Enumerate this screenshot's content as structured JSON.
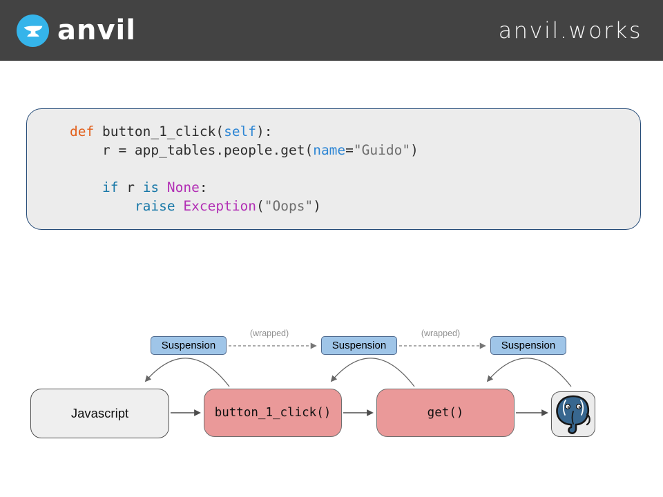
{
  "header": {
    "brand": "anvil",
    "site": "anvil.works",
    "logo_icon": "anvil-icon"
  },
  "colors": {
    "header_bg": "#434343",
    "logo_blue": "#35b4ea",
    "code_bg": "#ececec",
    "code_border": "#254b78",
    "tk_plain": "#2e2e2e",
    "tk_kw": "#e2601c",
    "tk_flow": "#1878a8",
    "tk_param": "#2e86d4",
    "tk_type": "#b22fb5",
    "tk_str": "#6e6e6e",
    "suspension_fill": "#9fc5e8",
    "suspension_border": "#4f6a8f",
    "call_fill": "#ea9999",
    "js_fill": "#efefef",
    "postgres_blue": "#38678f",
    "connector": "#666666"
  },
  "code": {
    "lines": [
      {
        "tokens": [
          {
            "t": "def",
            "c": "kw"
          },
          {
            "t": " button_1_click(",
            "c": "plain"
          },
          {
            "t": "self",
            "c": "param"
          },
          {
            "t": "):",
            "c": "plain"
          }
        ]
      },
      {
        "tokens": [
          {
            "t": "    r = app_tables.people.get(",
            "c": "plain"
          },
          {
            "t": "name",
            "c": "param"
          },
          {
            "t": "=",
            "c": "plain"
          },
          {
            "t": "\"Guido\"",
            "c": "str"
          },
          {
            "t": ")",
            "c": "plain"
          }
        ]
      },
      {
        "tokens": []
      },
      {
        "tokens": [
          {
            "t": "    ",
            "c": "plain"
          },
          {
            "t": "if",
            "c": "flow"
          },
          {
            "t": " r ",
            "c": "plain"
          },
          {
            "t": "is",
            "c": "flow"
          },
          {
            "t": " ",
            "c": "plain"
          },
          {
            "t": "None",
            "c": "type"
          },
          {
            "t": ":",
            "c": "plain"
          }
        ]
      },
      {
        "tokens": [
          {
            "t": "        ",
            "c": "plain"
          },
          {
            "t": "raise",
            "c": "flow"
          },
          {
            "t": " ",
            "c": "plain"
          },
          {
            "t": "Exception",
            "c": "type"
          },
          {
            "t": "(",
            "c": "plain"
          },
          {
            "t": "\"Oops\"",
            "c": "str"
          },
          {
            "t": ")",
            "c": "plain"
          }
        ]
      }
    ]
  },
  "diagram": {
    "suspensions": [
      {
        "label": "Suspension"
      },
      {
        "label": "Suspension"
      },
      {
        "label": "Suspension"
      }
    ],
    "wrapped_labels": [
      "(wrapped)",
      "(wrapped)"
    ],
    "nodes": [
      {
        "id": "javascript",
        "label": "Javascript"
      },
      {
        "id": "button_1_click",
        "label": "button_1_click()"
      },
      {
        "id": "get",
        "label": "get()"
      },
      {
        "id": "postgres",
        "icon": "postgresql-elephant-icon"
      }
    ]
  }
}
